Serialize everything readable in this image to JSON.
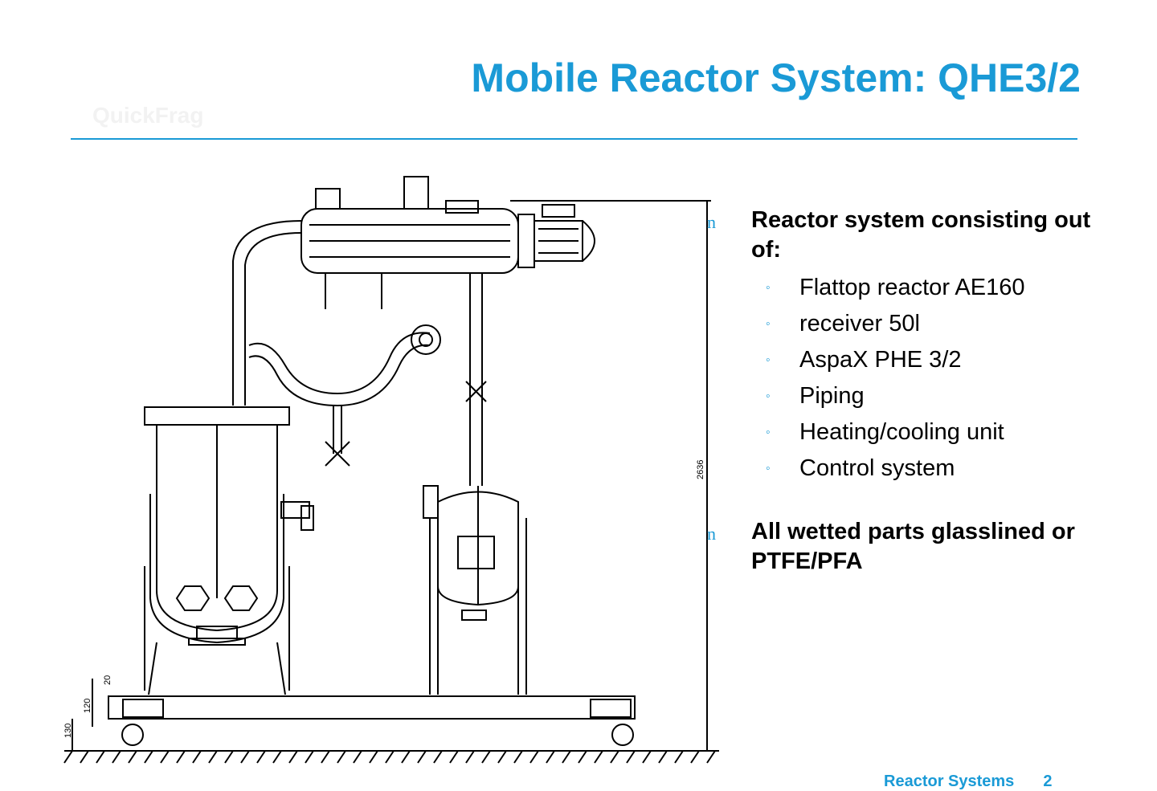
{
  "slide": {
    "title": "Mobile Reactor System: QHE3/2",
    "ghost_logo_text": "QuickFrag"
  },
  "drawing": {
    "dimensions": {
      "height_total": "2636",
      "d20": "20",
      "d120": "120",
      "d130": "130"
    }
  },
  "bullets": {
    "marker": "n",
    "sub_marker": "◦",
    "item1": "Reactor system consisting out of:",
    "subitems": [
      "Flattop reactor AE160",
      "receiver 50l",
      "AspaX PHE 3/2",
      "Piping",
      "Heating/cooling unit",
      "Control system"
    ],
    "item2": "All wetted parts glasslined or PTFE/PFA"
  },
  "footer": {
    "label": "Reactor Systems",
    "page": "2"
  },
  "colors": {
    "accent": "#1a9ad6",
    "text": "#000000",
    "background": "#ffffff"
  }
}
